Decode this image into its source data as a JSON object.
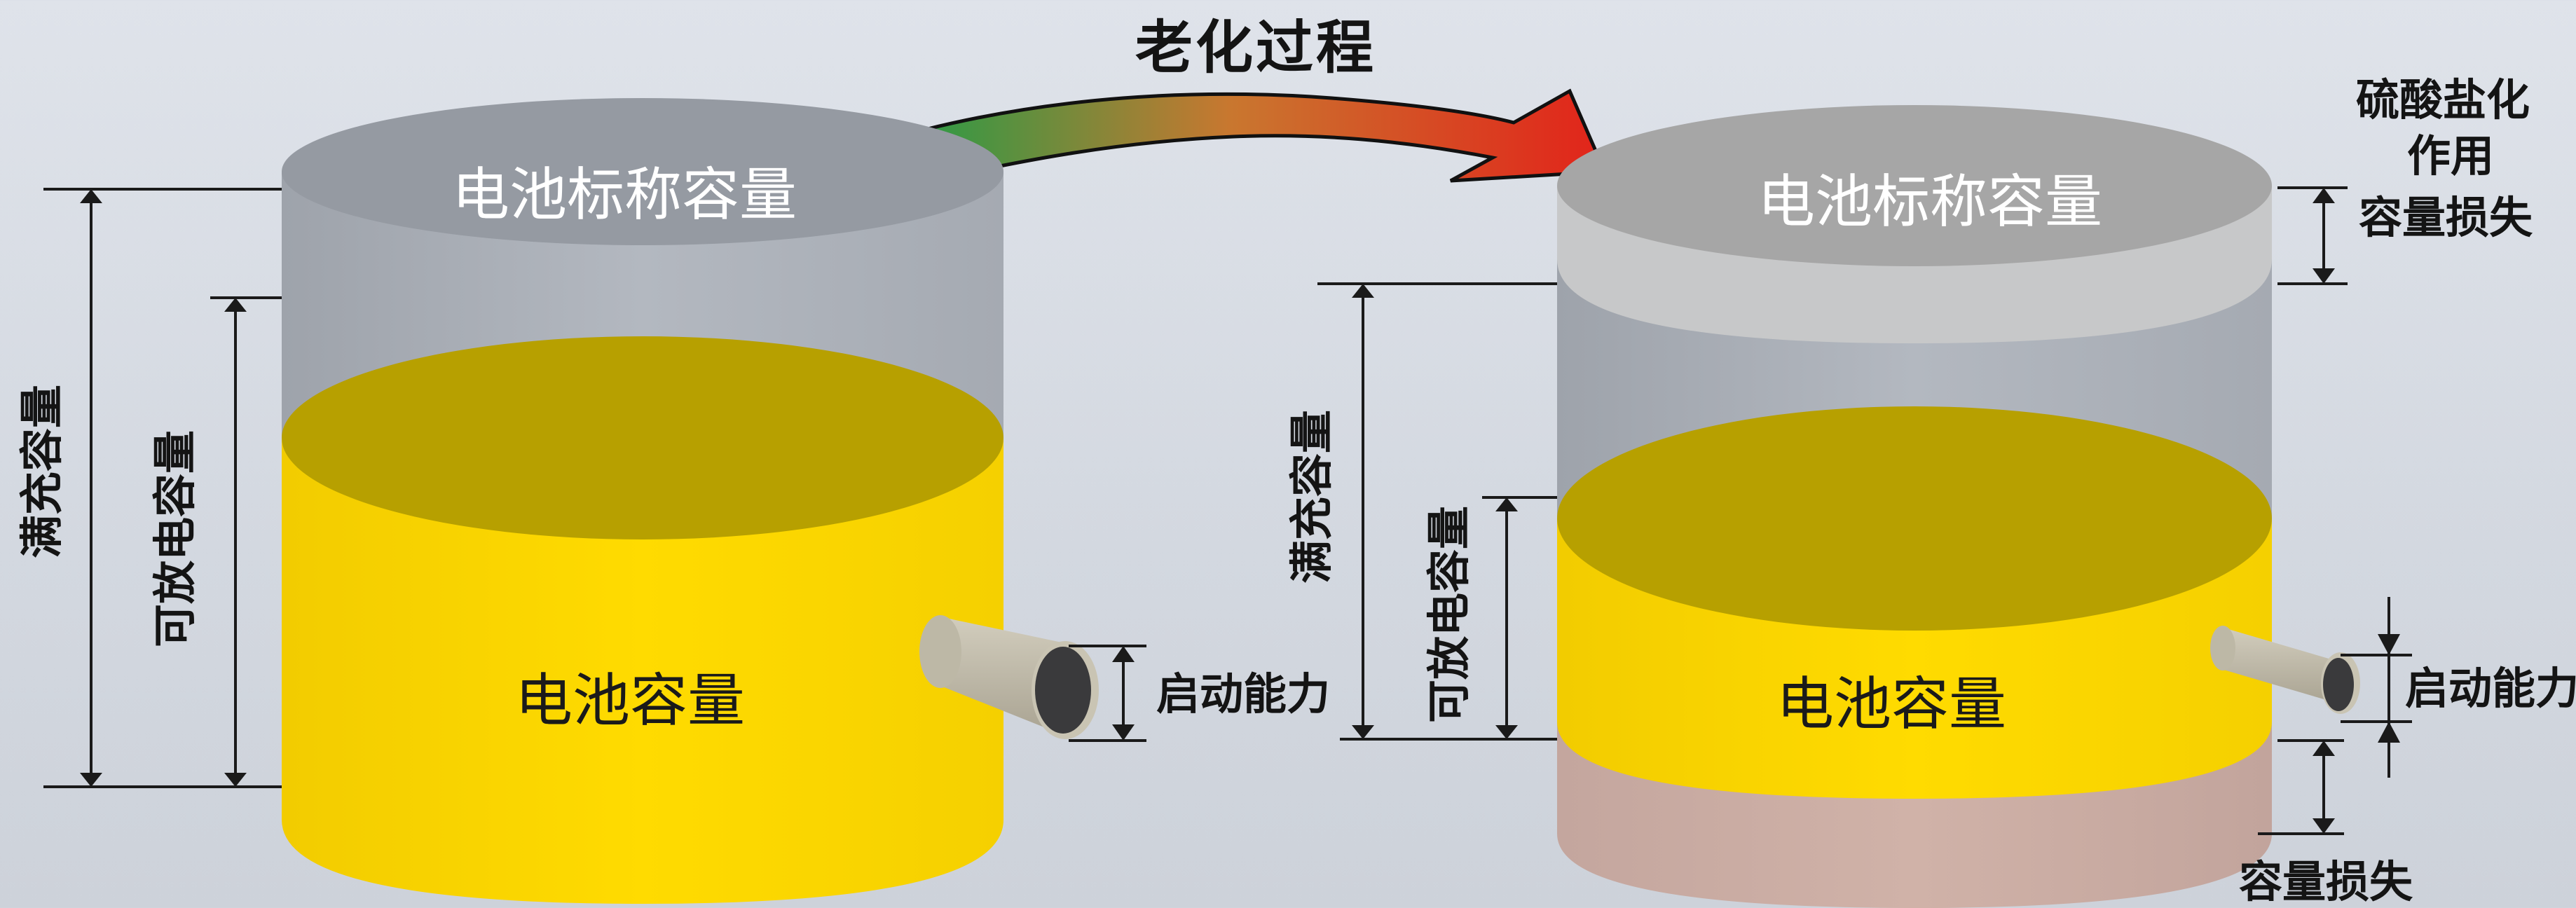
{
  "title": "老化过程",
  "arrow": {
    "gradient_start": "#2f9a45",
    "gradient_mid": "#c9772f",
    "gradient_end": "#e2231a"
  },
  "colors": {
    "background": "#d8dce3",
    "nominal_gray": "#9aa0a8",
    "yellow_body": "#ffd500",
    "yellow_top": "#b8a000",
    "loss_pink": "#c8a9a0",
    "terminal": "#c4bfae",
    "terminal_end": "#3a3a3a"
  },
  "left_battery": {
    "nominal_label": "电池标称容量",
    "capacity_label": "电池容量",
    "full_charge_label": "满充容量",
    "dischargeable_label": "可放电容量",
    "start_ability_label": "启动能力"
  },
  "right_battery": {
    "nominal_label": "电池标称容量",
    "capacity_label": "电池容量",
    "full_charge_label": "满充容量",
    "dischargeable_label": "可放电容量",
    "start_ability_label": "启动能力",
    "sulfation_label_line1": "硫酸盐化",
    "sulfation_label_line2": "作用",
    "sulfation_label_line3": "容量损失",
    "bottom_loss_label": "容量损失"
  }
}
